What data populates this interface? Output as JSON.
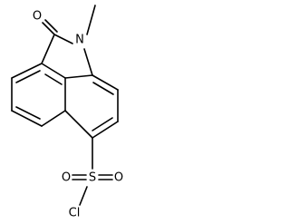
{
  "molecule": {
    "atoms": {
      "carbonyl_oxygen": "O",
      "ring_nitrogen": "N",
      "sulfur": "S",
      "sulfonyl_oxygen_left": "O",
      "sulfonyl_oxygen_right": "O",
      "chlorine": "Cl"
    }
  }
}
